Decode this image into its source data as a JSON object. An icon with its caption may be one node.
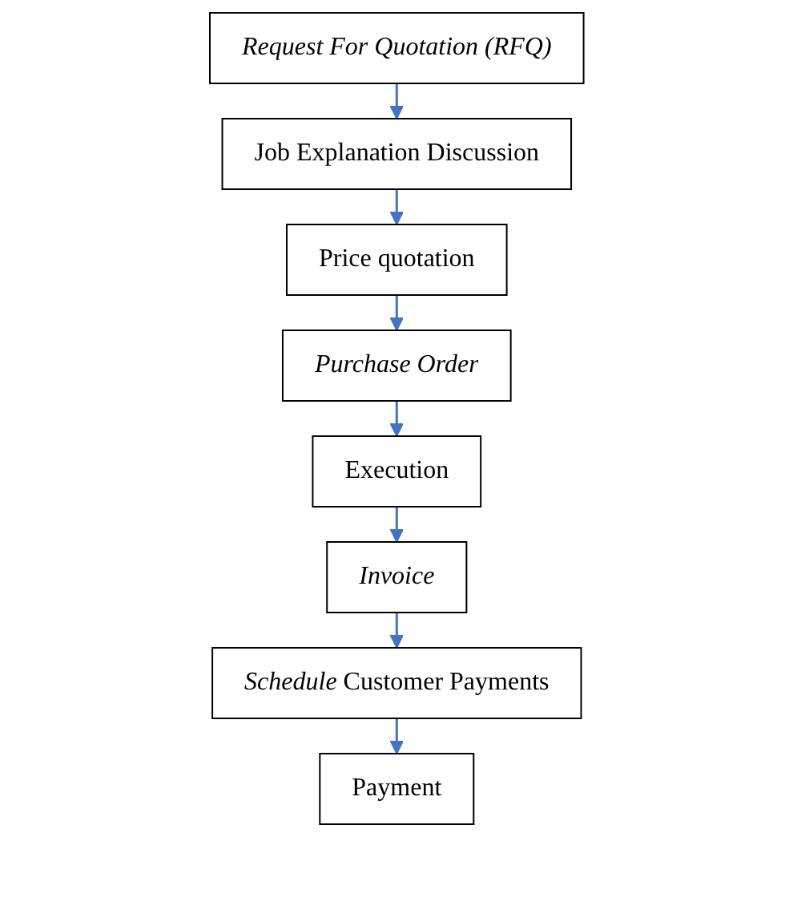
{
  "diagram": {
    "nodes": [
      {
        "text": [
          "Request For Quotation (RFQ)"
        ]
      },
      {
        "text": [
          "Job Explanation Discussion"
        ]
      },
      {
        "text": [
          "Price quotation"
        ]
      },
      {
        "text": [
          "Purchase Order"
        ]
      },
      {
        "text": [
          "Execution"
        ]
      },
      {
        "text": [
          "Invoice"
        ]
      },
      {
        "text": [
          "*Schedule* Customer Payments"
        ]
      },
      {
        "text": [
          "Payment"
        ]
      }
    ],
    "edges": [
      {
        "from": 0,
        "to": 1,
        "arrow": "to"
      },
      {
        "from": 1,
        "to": 2,
        "arrow": "to"
      },
      {
        "from": 2,
        "to": 3,
        "arrow": "to"
      },
      {
        "from": 3,
        "to": 4,
        "arrow": "to"
      },
      {
        "from": 4,
        "to": 5,
        "arrow": "to"
      },
      {
        "from": 5,
        "to": 6,
        "arrow": "to"
      },
      {
        "from": 6,
        "to": 7,
        "arrow": "to"
      }
    ]
  }
}
